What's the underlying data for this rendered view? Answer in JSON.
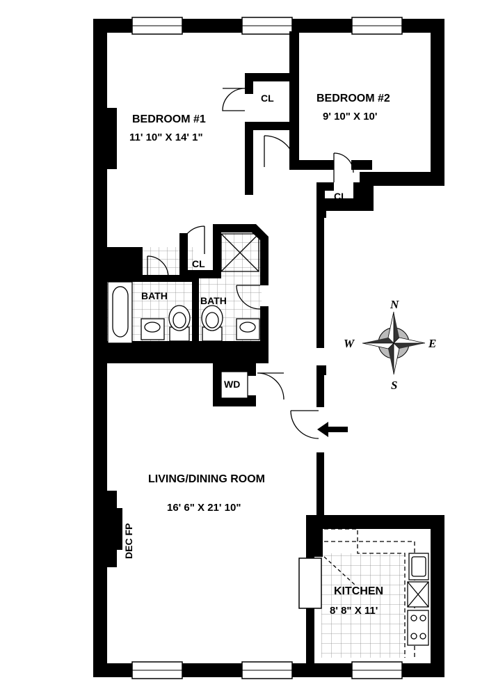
{
  "rooms": {
    "bedroom1": {
      "name": "BEDROOM #1",
      "dims": "11' 10\" X 14' 1\""
    },
    "bedroom2": {
      "name": "BEDROOM #2",
      "dims": "9' 10\" X 10'"
    },
    "closet_bed1": "CL",
    "closet_bed2": "CL",
    "closet_hall": "CL",
    "bath1": "BATH",
    "bath2": "BATH",
    "washer_dryer": "WD",
    "living": {
      "name": "LIVING/DINING ROOM",
      "dims": "16' 6\" X 21' 10\""
    },
    "fireplace": "DEC FP",
    "kitchen": {
      "name": "KITCHEN",
      "dims": "8' 8\" X 11'"
    }
  },
  "compass": {
    "n": "N",
    "s": "S",
    "e": "E",
    "w": "W"
  },
  "colors": {
    "wall": "#000000",
    "tile_grid": "#888888",
    "compass_dark": "#333333",
    "compass_light": "#bbbbbb"
  }
}
